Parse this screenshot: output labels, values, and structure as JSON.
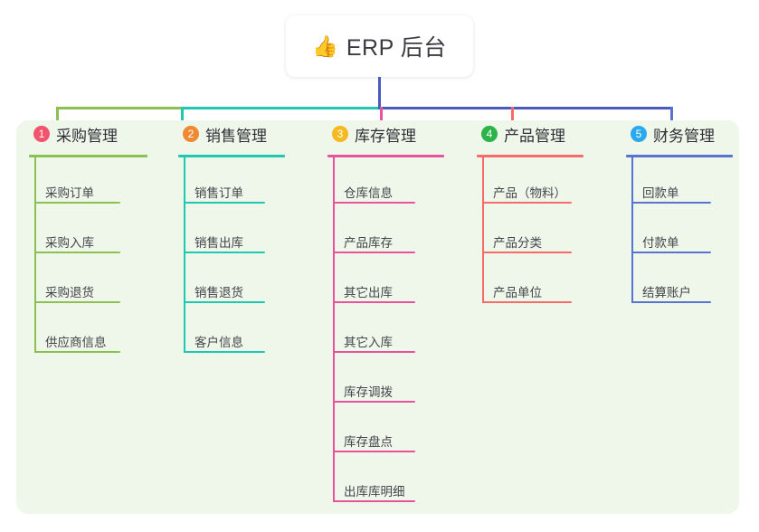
{
  "root": {
    "icon": "thumbs-up-icon",
    "emoji": "👍",
    "title": "ERP 后台"
  },
  "colors": {
    "canvas_bg": "#eef7ea",
    "card_bg": "#ffffff",
    "root_line": "#4a5bc0",
    "col1": "#8cc152",
    "col2": "#1fc8b0",
    "col3": "#e8539c",
    "col4": "#f86b6b",
    "col5": "#5a73d0",
    "badge1": "#f2546e",
    "badge2": "#f08a32",
    "badge3": "#f5b921",
    "badge4": "#2cb34a",
    "badge5": "#2aa9ee",
    "text": "#45454c",
    "title_text": "#3b3b42"
  },
  "columns": [
    {
      "index": "1",
      "badge_label": "1",
      "badge_color": "#f2546e",
      "line_color": "#8cc152",
      "title": "采购管理",
      "items": [
        "采购订单",
        "采购入库",
        "采购退货",
        "供应商信息"
      ]
    },
    {
      "index": "2",
      "badge_label": "2",
      "badge_color": "#f08a32",
      "line_color": "#1fc8b0",
      "title": "销售管理",
      "items": [
        "销售订单",
        "销售出库",
        "销售退货",
        "客户信息"
      ]
    },
    {
      "index": "3",
      "badge_label": "3",
      "badge_color": "#f5b921",
      "line_color": "#e8539c",
      "title": "库存管理",
      "items": [
        "仓库信息",
        "产品库存",
        "其它出库",
        "其它入库",
        "库存调拨",
        "库存盘点",
        "出库库明细"
      ]
    },
    {
      "index": "4",
      "badge_label": "4",
      "badge_color": "#2cb34a",
      "line_color": "#f86b6b",
      "title": "产品管理",
      "items": [
        "产品（物料）",
        "产品分类",
        "产品单位"
      ]
    },
    {
      "index": "5",
      "badge_label": "5",
      "badge_color": "#2aa9ee",
      "line_color": "#5a73d0",
      "title": "财务管理",
      "items": [
        "回款单",
        "付款单",
        "结算账户"
      ]
    }
  ]
}
